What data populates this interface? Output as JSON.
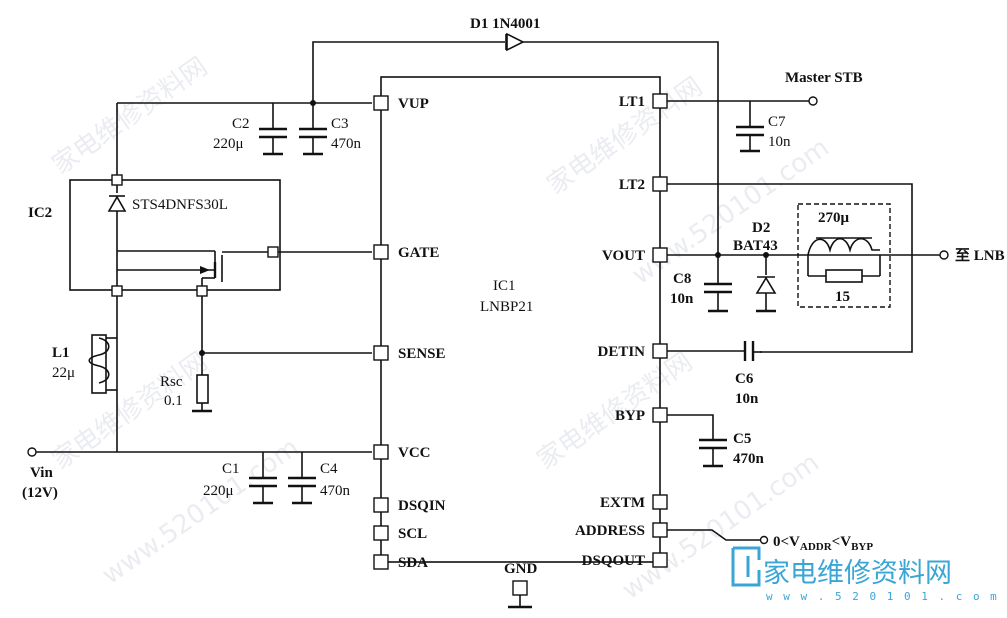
{
  "diagram": {
    "diode_d1": "D1 1N4001",
    "master_stb": "Master STB",
    "ic2": {
      "name": "IC2",
      "part": "STS4DNFS30L"
    },
    "ic1": {
      "name": "IC1",
      "part": "LNBP21"
    },
    "c2": {
      "name": "C2",
      "value": "220μ"
    },
    "c3": {
      "name": "C3",
      "value": "470n"
    },
    "c7": {
      "name": "C7",
      "value": "10n"
    },
    "c8": {
      "name": "C8",
      "value": "10n"
    },
    "c6": {
      "name": "C6",
      "value": "10n"
    },
    "c5": {
      "name": "C5",
      "value": "470n"
    },
    "c1": {
      "name": "C1",
      "value": "220μ"
    },
    "c4": {
      "name": "C4",
      "value": "470n"
    },
    "l1": {
      "name": "L1",
      "value": "22μ"
    },
    "rsc": {
      "name": "Rsc",
      "value": "0.1"
    },
    "d2": {
      "name": "D2",
      "part": "BAT43"
    },
    "filter": {
      "inductor": "270μ",
      "resistor": "15"
    },
    "lnb": "至 LNB",
    "vin": {
      "name": "Vin",
      "value": "(12V)"
    },
    "addr_condition": {
      "prefix": "0<V",
      "sub1": "ADDR",
      "mid": "<V",
      "sub2": "BYP"
    },
    "left_pins": [
      "VUP",
      "GATE",
      "SENSE",
      "VCC",
      "DSQIN",
      "SCL",
      "SDA"
    ],
    "right_pins": [
      "LT1",
      "LT2",
      "VOUT",
      "DETIN",
      "BYP",
      "EXTM",
      "ADDRESS",
      "DSQOUT"
    ],
    "bottom_pin": "GND"
  },
  "watermarks": [
    "家电维修资料网",
    "www.520101.com"
  ],
  "logo": {
    "text": "家电维修资料网",
    "url": "w w w . 5 2 0 1 0 1 . c o m"
  }
}
